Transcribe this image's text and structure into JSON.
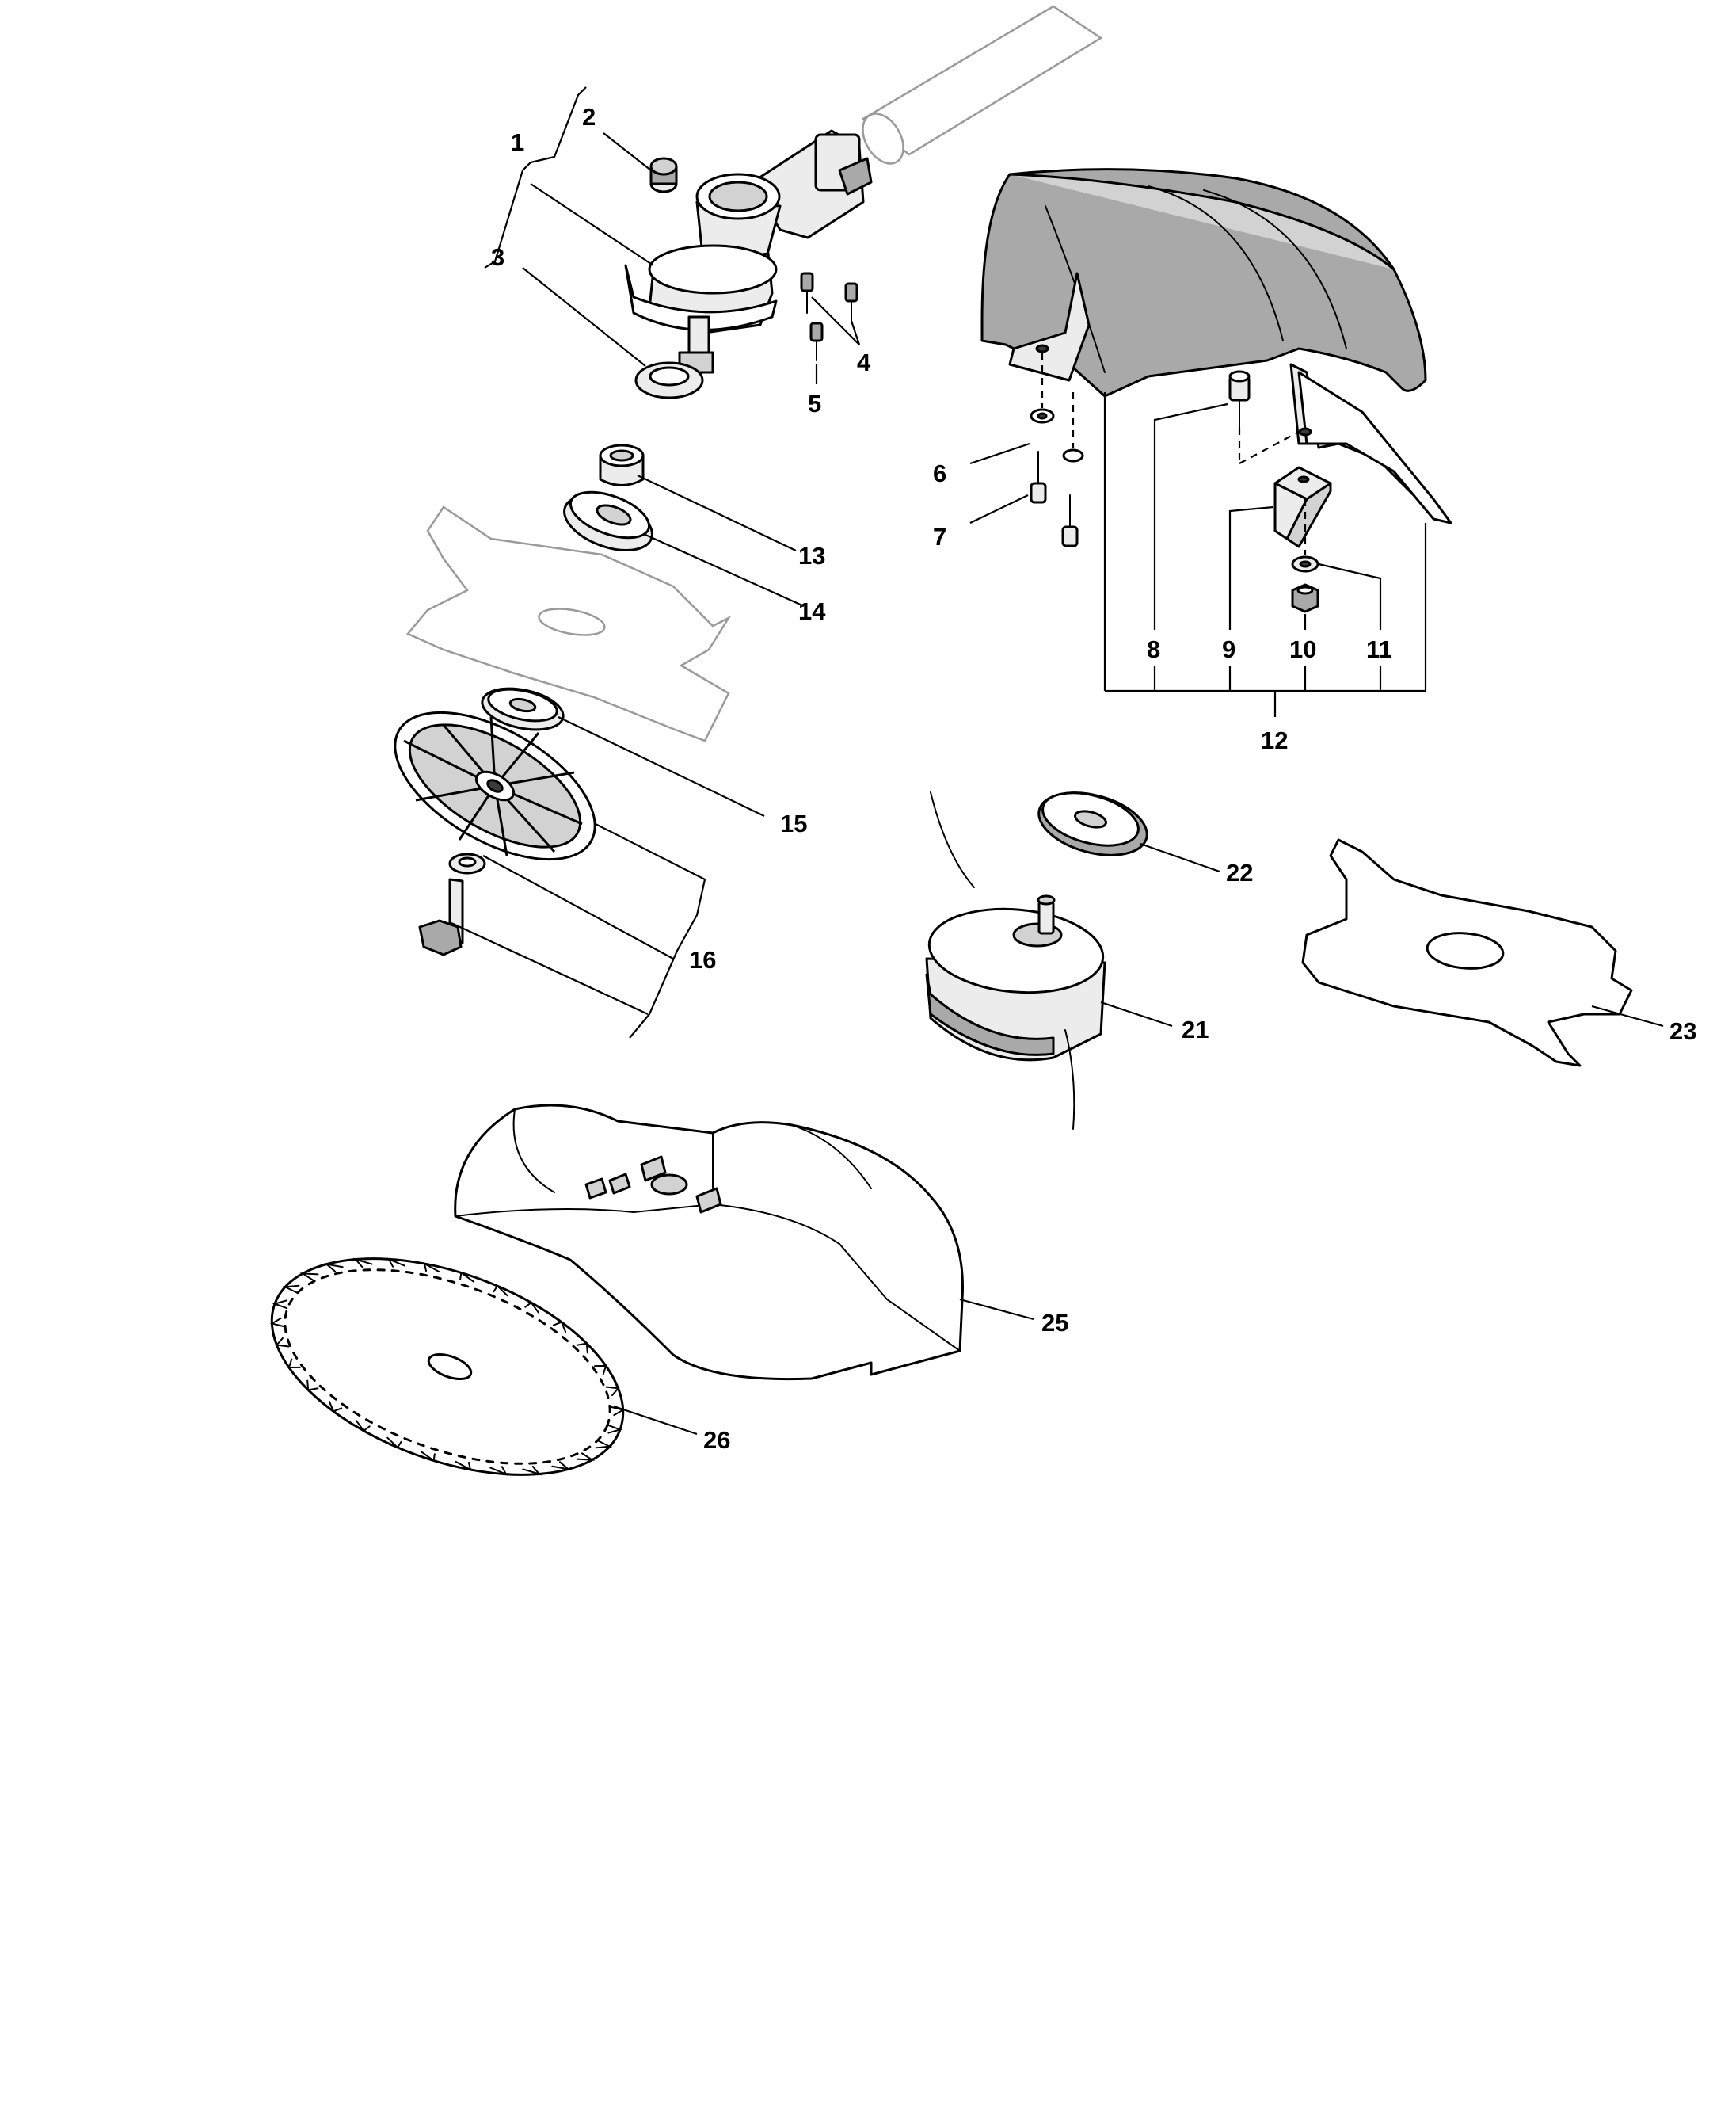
{
  "callouts": {
    "c1": "1",
    "c2": "2",
    "c3": "3",
    "c4": "4",
    "c5": "5",
    "c6": "6",
    "c7": "7",
    "c8": "8",
    "c9": "9",
    "c10": "10",
    "c11": "11",
    "c12": "12",
    "c13": "13",
    "c14": "14",
    "c15": "15",
    "c16": "16",
    "c21": "21",
    "c22": "22",
    "c23": "23",
    "c25": "25",
    "c26": "26"
  },
  "colors": {
    "line": "#000000",
    "shade": "#a9a9a9",
    "ghost": "#9a9a9a"
  }
}
